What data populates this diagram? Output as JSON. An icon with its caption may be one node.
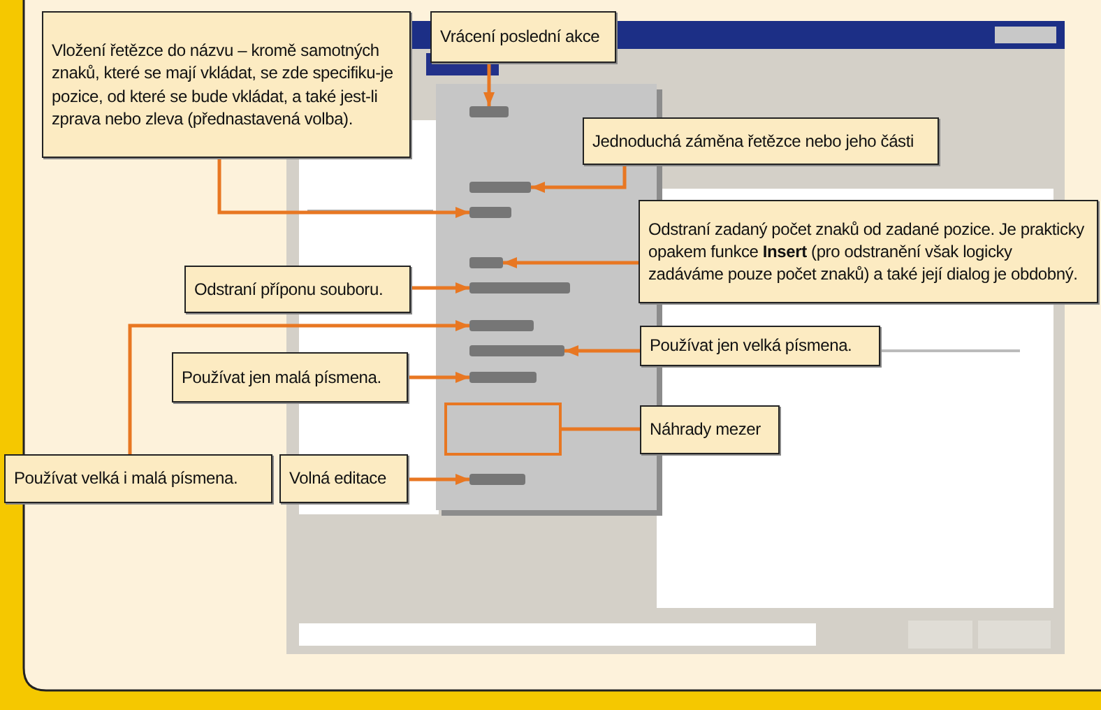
{
  "diagram": {
    "nodes": [
      {
        "text": [
          "Vložení řetězce do názvu – kromě samotných znaků, které se mají vkládat, se zde specifiku-je pozice, od které se bude vkládat, a také jest-li zprava nebo zleva (přednastavená volba)."
        ]
      },
      {
        "text": [
          "Vrácení poslední akce"
        ]
      },
      {
        "text": [
          "Jednoduchá záměna řetězce nebo jeho části"
        ]
      },
      {
        "text": [
          "Odstraní zadaný počet znaků od zadané pozice. Je prakticky opakem funkce **Insert** (pro odstranění však logicky zadáváme pouze počet znaků) a také její dialog je obdobný."
        ]
      },
      {
        "text": [
          "Odstraní příponu souboru."
        ]
      },
      {
        "text": [
          "Používat jen velká písmena."
        ]
      },
      {
        "text": [
          "Používat jen malá písmena."
        ]
      },
      {
        "text": [
          "Náhrady mezer"
        ]
      },
      {
        "text": [
          "Používat velká i malá písmena."
        ]
      },
      {
        "text": [
          "Volná editace"
        ]
      },
      {
        "text": [],
        "shape": "box"
      },
      {
        "text": [],
        "shape": "bar"
      },
      {
        "text": [],
        "shape": "bar"
      },
      {
        "text": [],
        "shape": "bar"
      },
      {
        "text": [],
        "shape": "bar"
      },
      {
        "text": [],
        "shape": "bar"
      },
      {
        "text": [],
        "shape": "bar"
      },
      {
        "text": [],
        "shape": "bar"
      },
      {
        "text": [],
        "shape": "bar"
      },
      {
        "text": [],
        "shape": "bar"
      }
    ],
    "edges": [
      {
        "from": 0,
        "to": 13,
        "arrow": "to"
      },
      {
        "from": 1,
        "to": 11,
        "arrow": "to"
      },
      {
        "from": 2,
        "to": 12,
        "arrow": "to"
      },
      {
        "from": 3,
        "to": 14,
        "arrow": "to"
      },
      {
        "from": 4,
        "to": 15,
        "arrow": "to"
      },
      {
        "from": 5,
        "to": 17,
        "arrow": "to"
      },
      {
        "from": 6,
        "to": 18,
        "arrow": "to"
      },
      {
        "from": 7,
        "to": 10,
        "arrow": "none"
      },
      {
        "from": 8,
        "to": 16,
        "arrow": "to"
      },
      {
        "from": 9,
        "to": 19,
        "arrow": "to"
      }
    ]
  }
}
